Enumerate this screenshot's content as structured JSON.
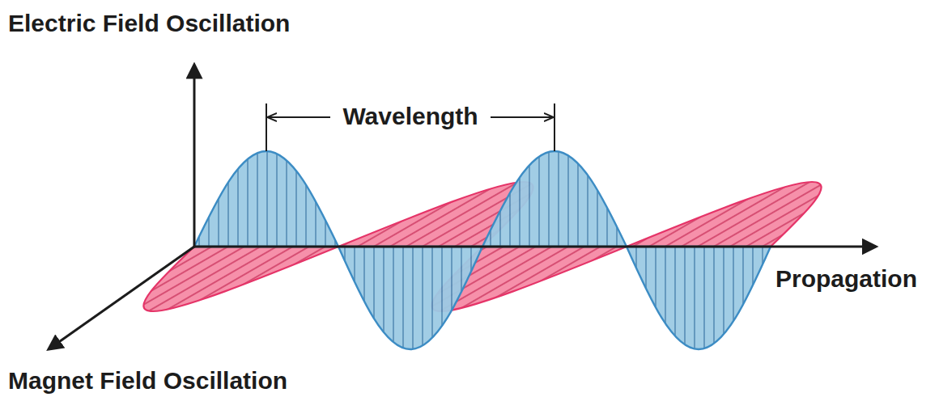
{
  "diagram": {
    "labels": [
      "Electric Field Oscillation",
      "Wavelength",
      "Propagation",
      "Magnet Field Oscillation"
    ]
  }
}
